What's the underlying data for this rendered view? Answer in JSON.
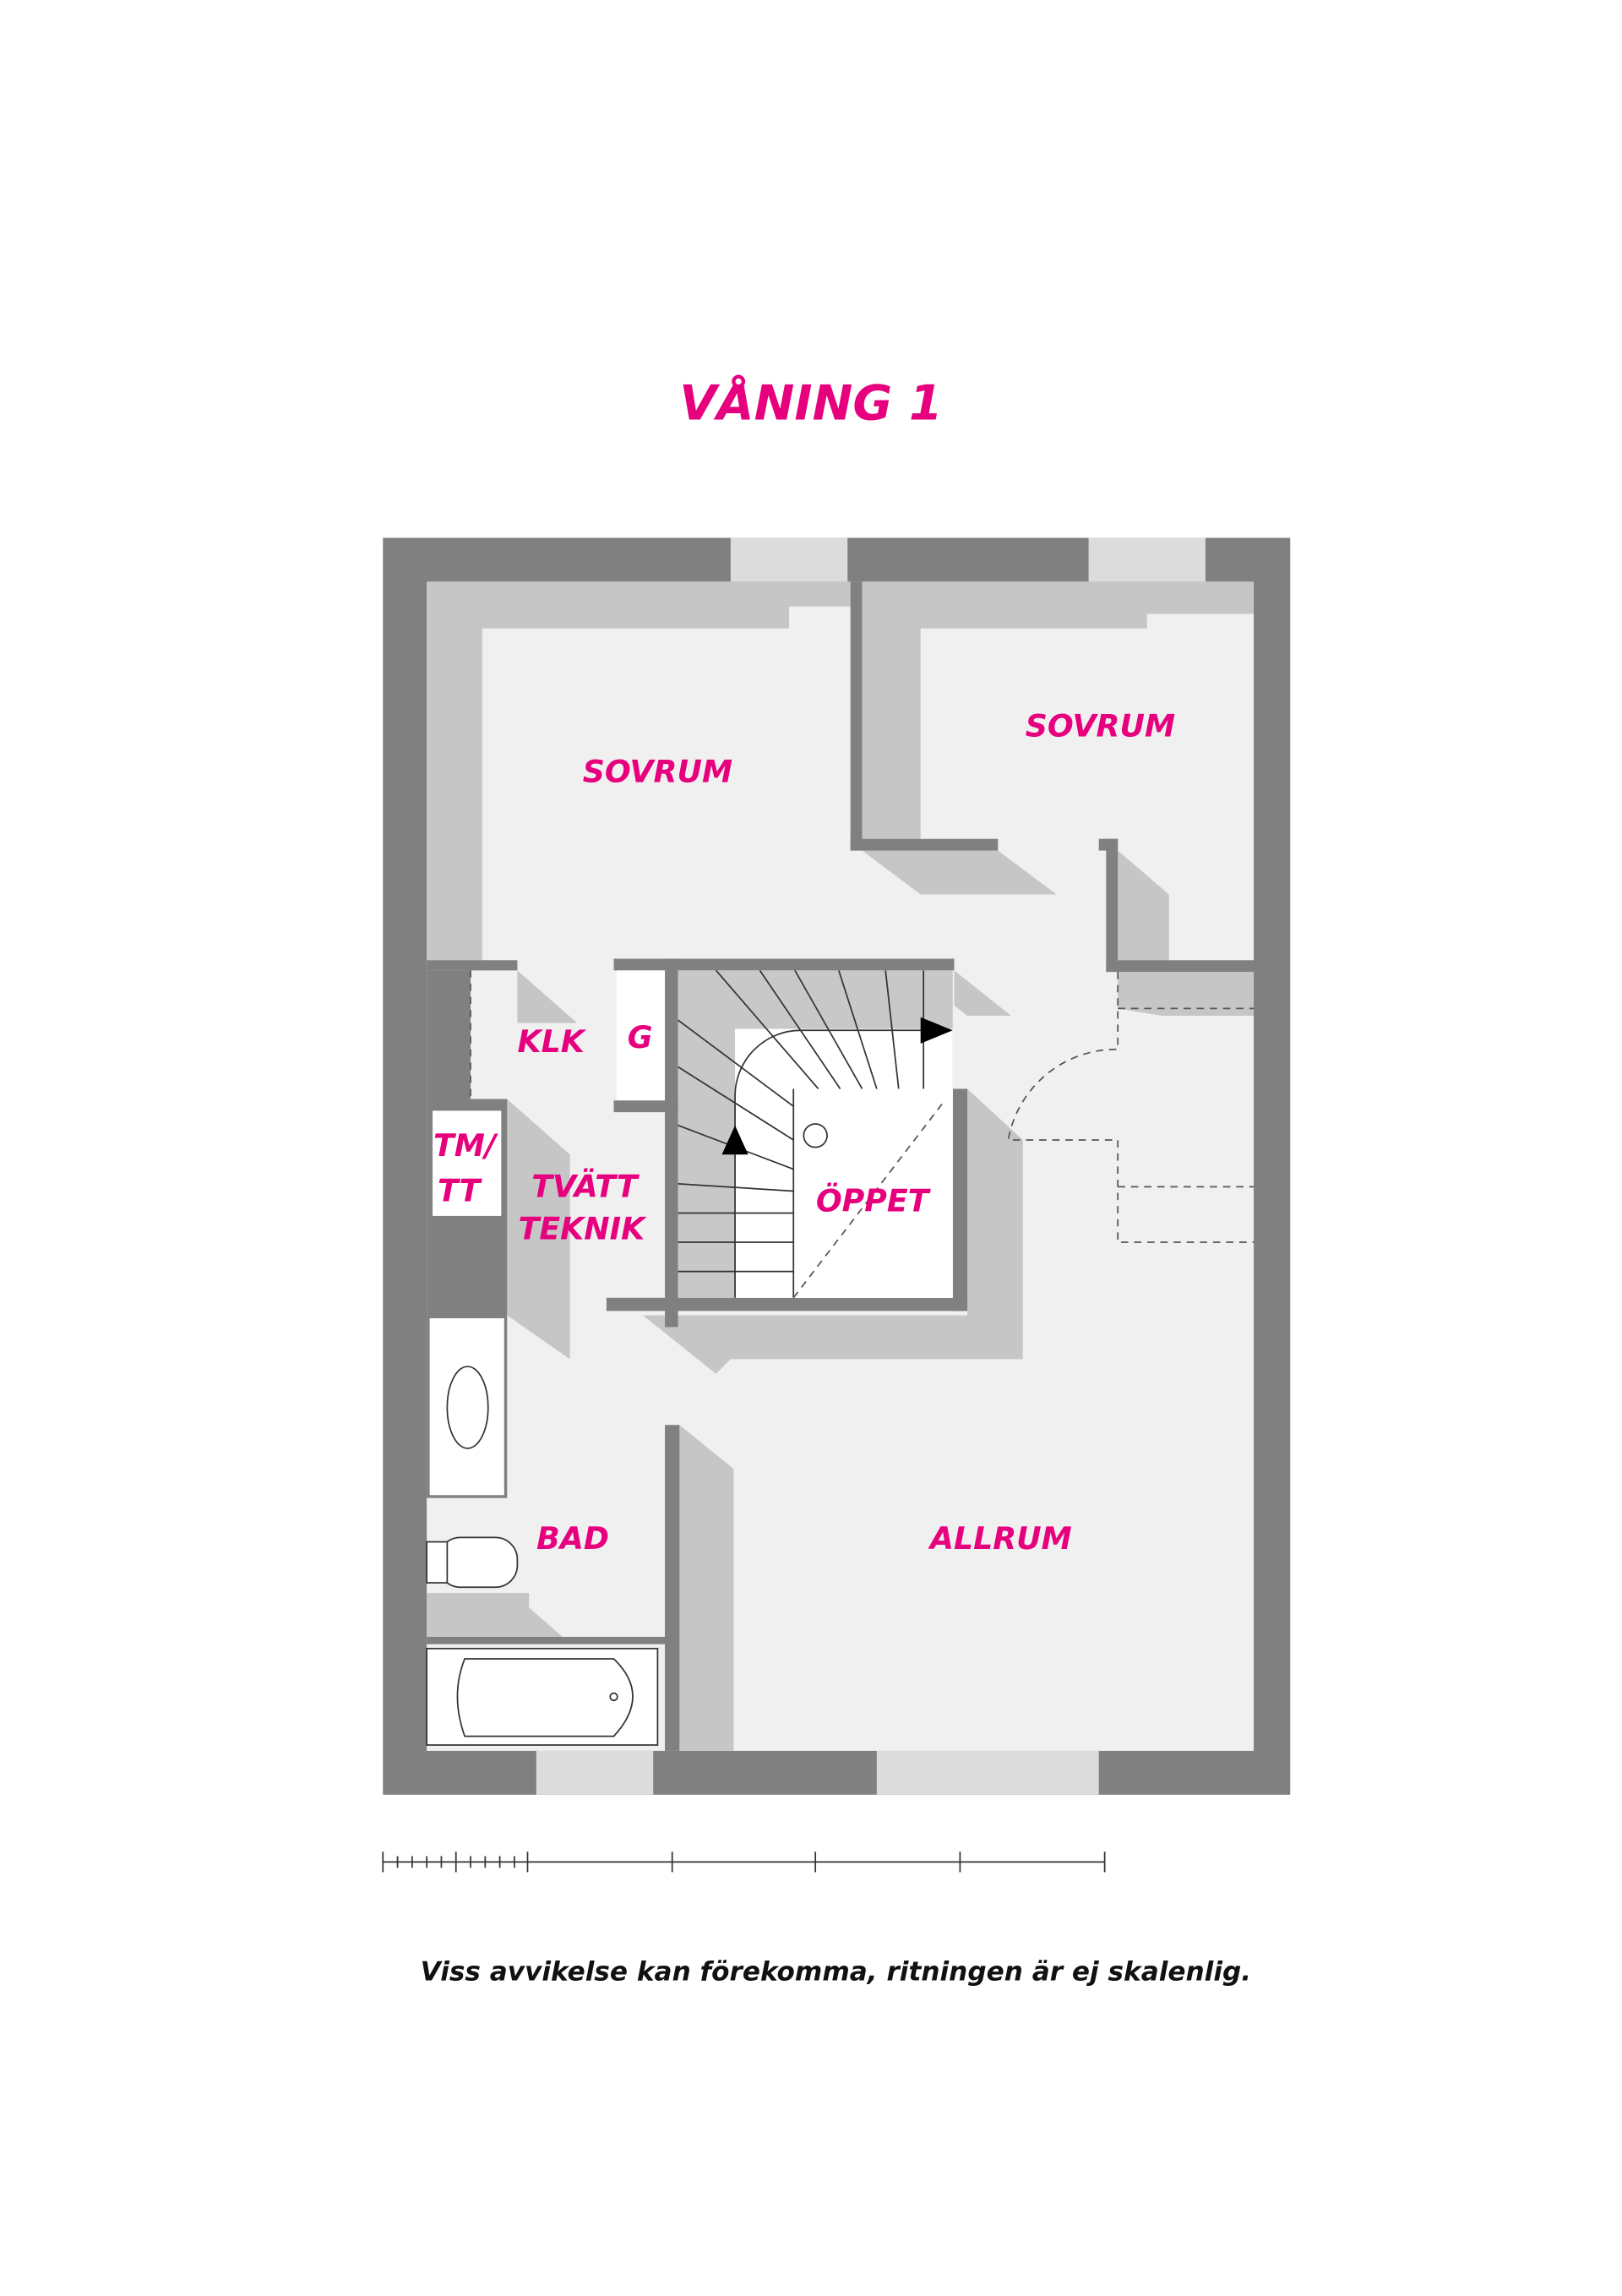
{
  "title": "VÅNING 1",
  "rooms": {
    "sovrum_left": "SOVRUM",
    "sovrum_right": "SOVRUM",
    "klk": "KLK",
    "g": "G",
    "tm_tt_1": "TM/",
    "tm_tt_2": "TT",
    "tvatt_1": "TVÄTT",
    "tvatt_2": "TEKNIK",
    "oppet": "ÖPPET",
    "bad": "BAD",
    "allrum": "ALLRUM"
  },
  "caption": "Viss avvikelse kan förekomma, ritningen är ej skalenlig.",
  "colors": {
    "accent": "#e6007e",
    "wall": "#808080",
    "floor": "#f0f0f0",
    "shadow": "#c6c6c6"
  }
}
